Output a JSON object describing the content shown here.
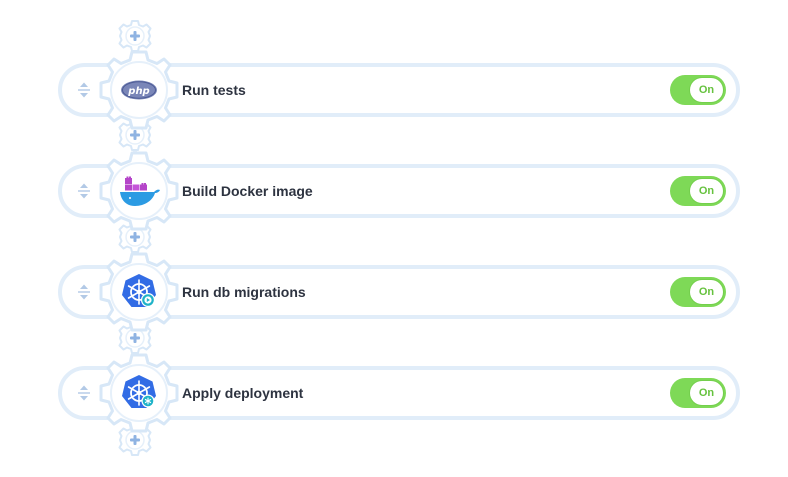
{
  "pipeline": {
    "add_step_icon": "plus-gear-icon",
    "drag_handle_icon": "drag-handle-icon",
    "colors": {
      "row_border": "#e1edf9",
      "gear_border": "#d7e7f7",
      "plus": "#8fb3e2",
      "toggle_on": "#7ed957",
      "title_text": "#2d3340"
    },
    "steps": [
      {
        "title": "Run tests",
        "icon": "php-icon",
        "toggle_label": "On",
        "enabled": true
      },
      {
        "title": "Build Docker image",
        "icon": "docker-icon",
        "toggle_label": "On",
        "enabled": true
      },
      {
        "title": "Run db migrations",
        "icon": "kubernetes-job-icon",
        "toggle_label": "On",
        "enabled": true
      },
      {
        "title": "Apply deployment",
        "icon": "kubernetes-deployment-icon",
        "toggle_label": "On",
        "enabled": true
      }
    ]
  }
}
